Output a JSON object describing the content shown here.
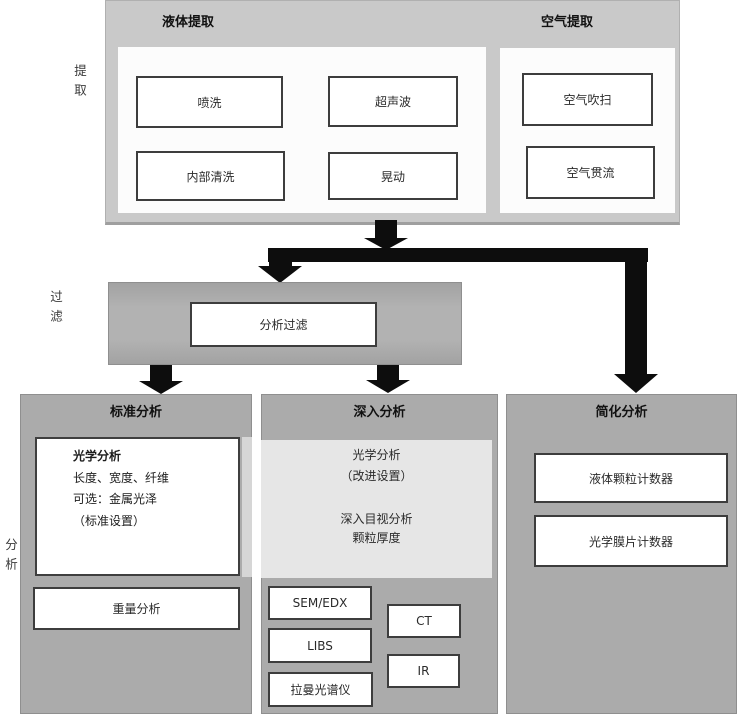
{
  "colors": {
    "extraction_panel_gray": "#c9c9c9",
    "section_panel_gray": "#ababab",
    "inner_light_panel": "#e6e6e6",
    "box_border": "#3d3d3d",
    "arrow_black": "#0d0d0d"
  },
  "side_labels": {
    "extraction": "提取",
    "filtration": "过滤",
    "analysis": "分析"
  },
  "extraction": {
    "liquid": {
      "title": "液体提取",
      "items": [
        "喷洗",
        "超声波",
        "内部清洗",
        "晃动"
      ]
    },
    "air": {
      "title": "空气提取",
      "items": [
        "空气吹扫",
        "空气贯流"
      ]
    }
  },
  "filtration": {
    "box_label": "分析过滤"
  },
  "analysis": {
    "standard": {
      "title": "标准分析",
      "optical_heading": "光学分析",
      "optical_lines": [
        "长度、宽度、纤维",
        "可选：金属光泽",
        "（标准设置）"
      ],
      "weight_label": "重量分析"
    },
    "deep": {
      "title": "深入分析",
      "optical_lines": [
        "光学分析",
        "（改进设置）"
      ],
      "visual_lines": [
        "深入目视分析",
        "颗粒厚度"
      ],
      "instruments_left": [
        "SEM/EDX",
        "LIBS",
        "拉曼光谱仪"
      ],
      "instruments_right": [
        "CT",
        "IR"
      ]
    },
    "simplified": {
      "title": "简化分析",
      "items": [
        "液体颗粒计数器",
        "光学膜片计数器"
      ]
    }
  }
}
